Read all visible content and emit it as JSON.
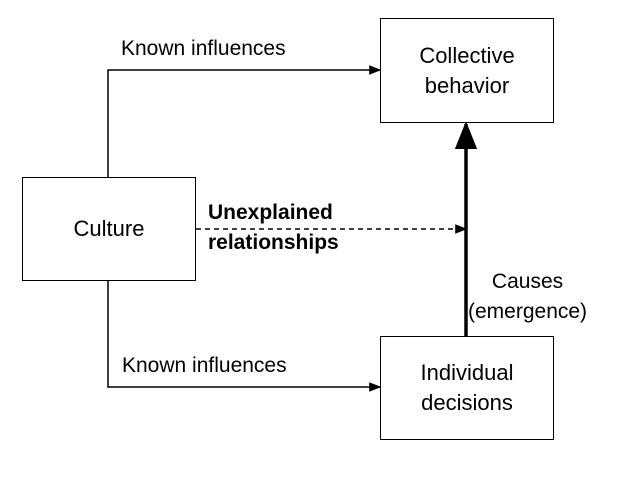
{
  "nodes": {
    "culture": "Culture",
    "collective_behavior": [
      "Collective",
      "behavior"
    ],
    "individual_decisions": [
      "Individual",
      "decisions"
    ]
  },
  "edges": {
    "culture_to_collective": "Known influences",
    "culture_to_individual": "Known influences",
    "unexplained": [
      "Unexplained",
      "relationships"
    ],
    "causes": [
      "Causes",
      "(emergence)"
    ]
  }
}
